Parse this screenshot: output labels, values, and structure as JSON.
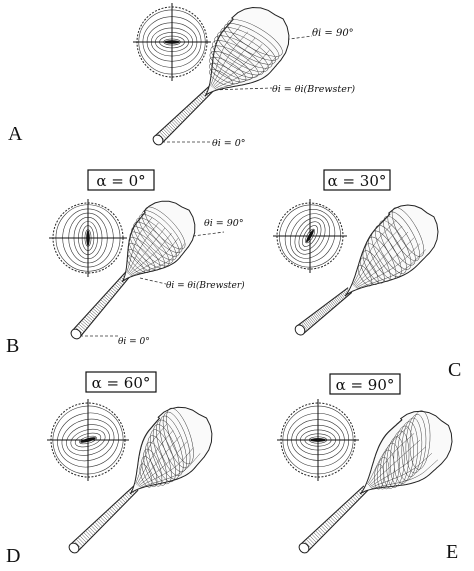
{
  "panels": [
    {
      "id": "A",
      "letter": "A",
      "alpha": "",
      "annotations": {
        "top": "θi = 90°",
        "middle": "θi = θi(Brewster)",
        "bottom": "θi = 0°"
      }
    },
    {
      "id": "B",
      "letter": "B",
      "alpha": "α = 0°",
      "annotations": {
        "top": "θi = 90°",
        "middle": "θi = θi(Brewster)",
        "bottom": "θi = 0°"
      }
    },
    {
      "id": "C",
      "letter": "C",
      "alpha": "α = 30°",
      "annotations": {}
    },
    {
      "id": "D",
      "letter": "D",
      "alpha": "α = 60°",
      "annotations": {}
    },
    {
      "id": "E",
      "letter": "E",
      "alpha": "α = 90°",
      "annotations": {}
    }
  ]
}
